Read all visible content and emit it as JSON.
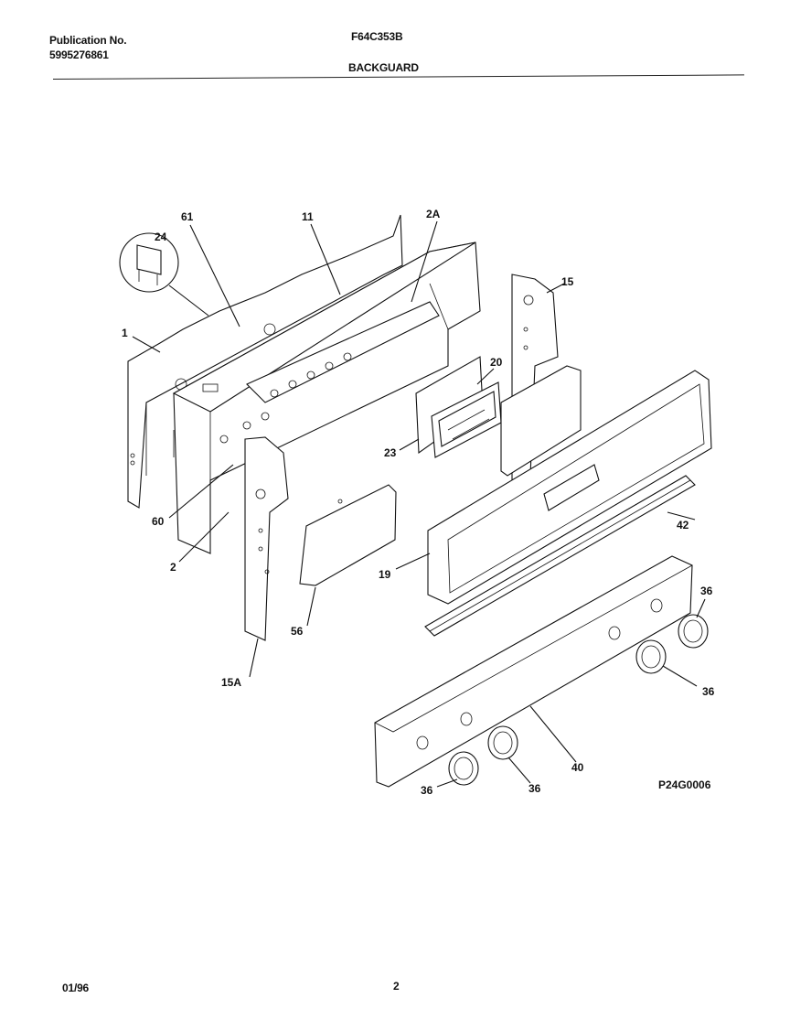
{
  "header": {
    "publication_label": "Publication No.",
    "publication_number": "5995276861",
    "model": "F64C353B",
    "section_title": "BACKGUARD"
  },
  "footer": {
    "date": "01/96",
    "page": "2"
  },
  "diagram": {
    "code": "P24G0006",
    "callouts": {
      "c1": "1",
      "c2": "2",
      "c2a": "2A",
      "c11": "11",
      "c15": "15",
      "c15a": "15A",
      "c19": "19",
      "c20": "20",
      "c23": "23",
      "c24": "24",
      "c36a": "36",
      "c36b": "36",
      "c36c": "36",
      "c36d": "36",
      "c40": "40",
      "c42": "42",
      "c56": "56",
      "c60": "60",
      "c61": "61"
    }
  }
}
